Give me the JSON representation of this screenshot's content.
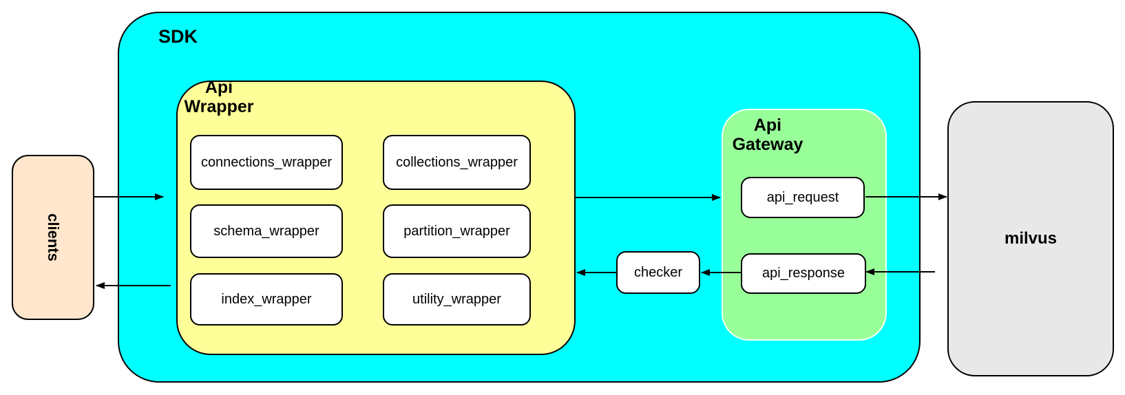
{
  "clients": {
    "label": "clients"
  },
  "sdk": {
    "label": "SDK"
  },
  "api_wrapper": {
    "label": "Api Wrapper",
    "modules": [
      "connections_wrapper",
      "collections_wrapper",
      "schema_wrapper",
      "partition_wrapper",
      "index_wrapper",
      "utility_wrapper"
    ]
  },
  "checker": {
    "label": "checker"
  },
  "api_gateway": {
    "label": "Api Gateway",
    "request_label": "api_request",
    "response_label": "api_response"
  },
  "milvus": {
    "label": "milvus"
  },
  "colors": {
    "sdk_fill": "#00ffff",
    "api_wrapper_fill": "#ffff99",
    "api_gateway_fill": "#99ff99",
    "clients_fill": "#ffe6cc",
    "milvus_fill": "#e8e8e8",
    "node_fill": "#ffffff",
    "stroke": "#000000"
  }
}
